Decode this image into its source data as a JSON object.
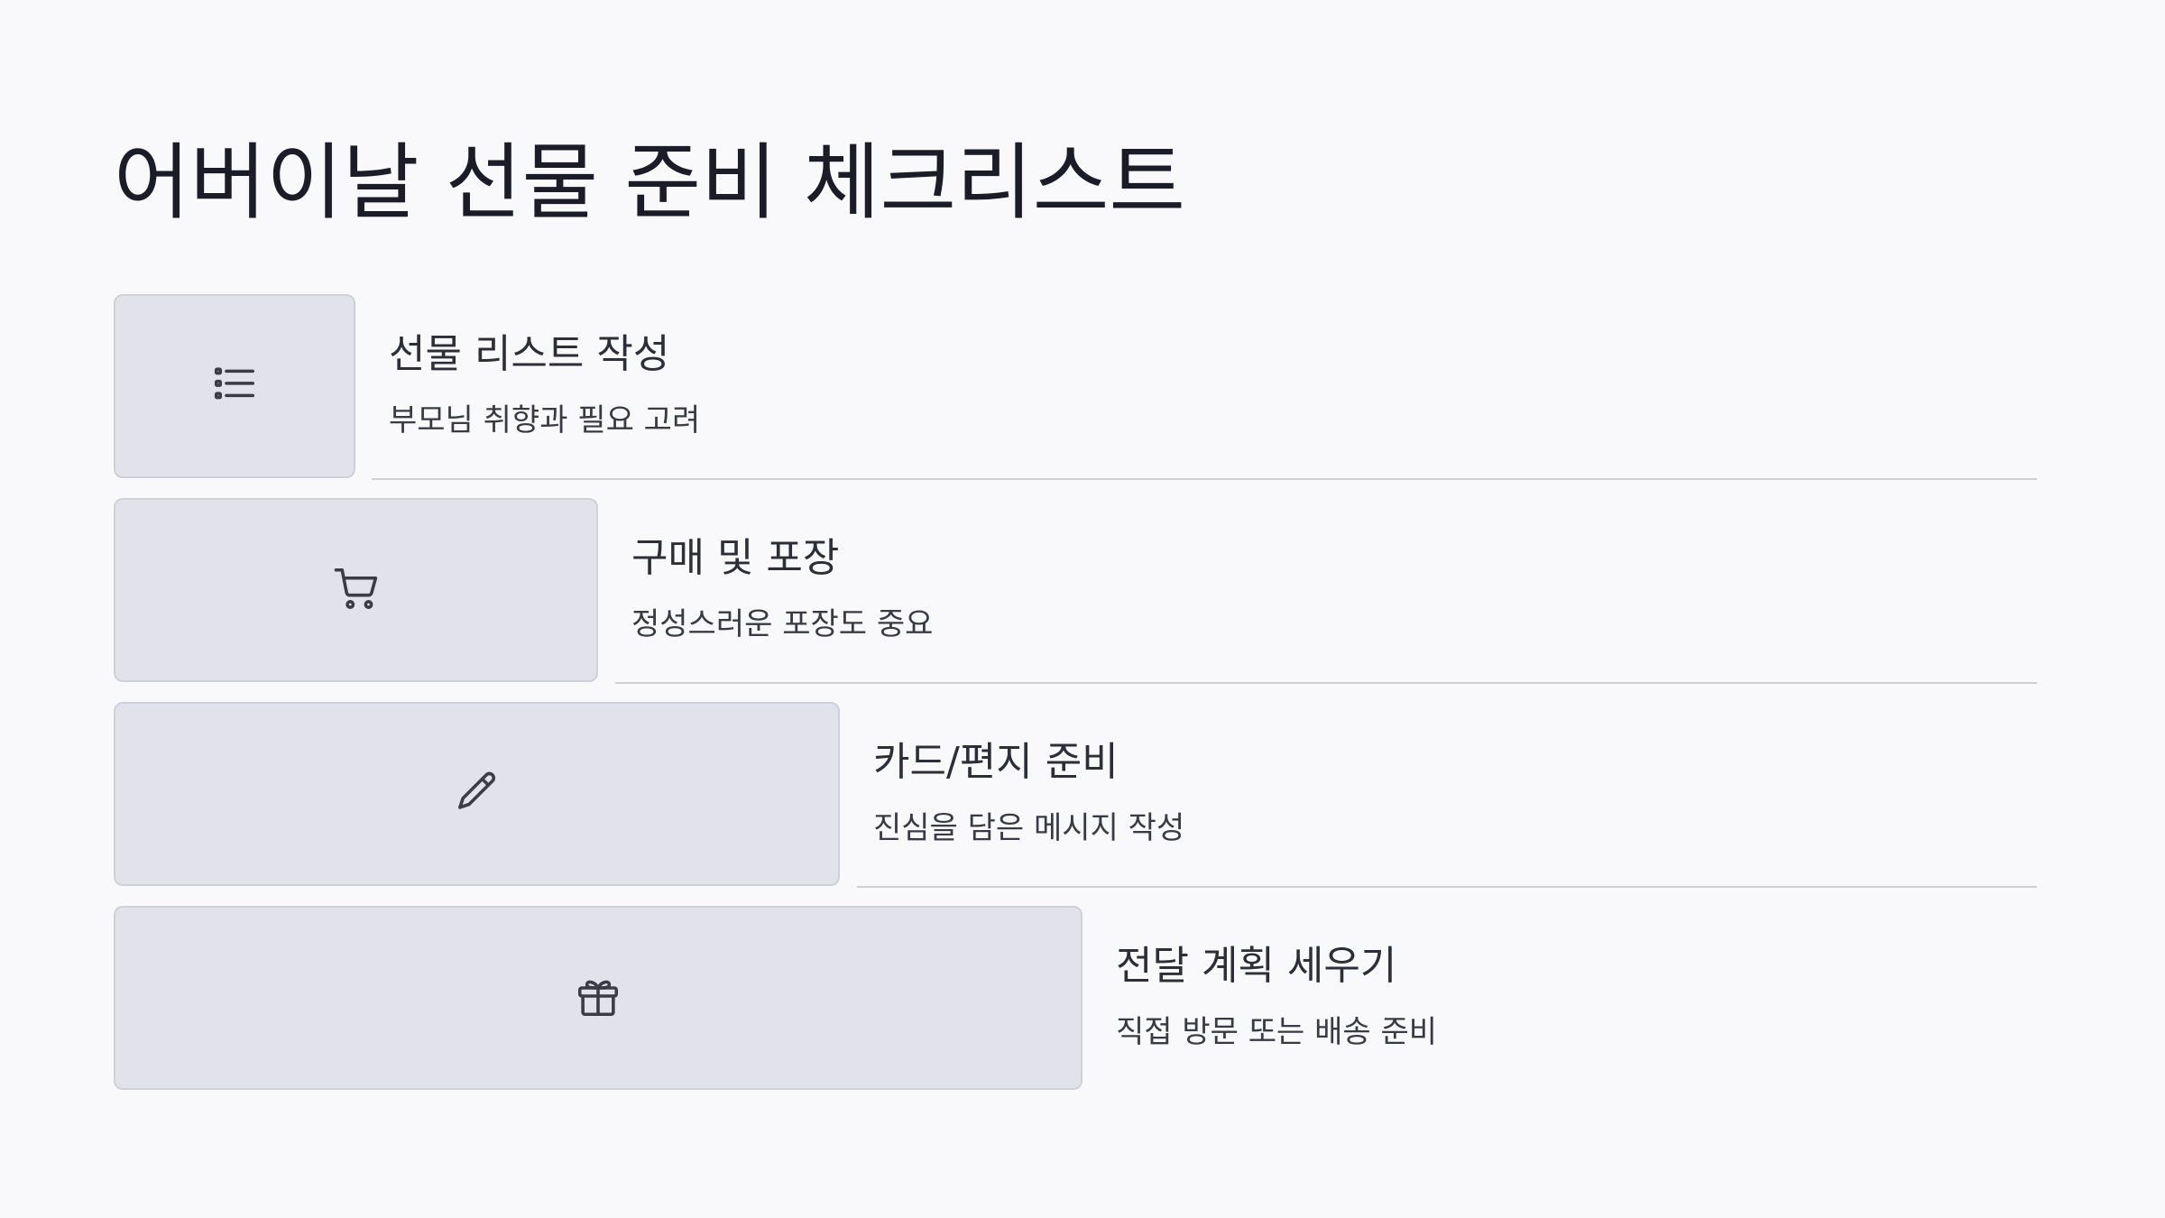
{
  "page": {
    "title": "어버이날 선물 준비 체크리스트"
  },
  "steps": [
    {
      "title": "선물 리스트 작성",
      "description": "부모님 취향과 필요 고려",
      "icon": "list-icon"
    },
    {
      "title": "구매 및 포장",
      "description": "정성스러운 포장도 중요",
      "icon": "shopping-cart-icon"
    },
    {
      "title": "카드/편지 준비",
      "description": "진심을 담은 메시지 작성",
      "icon": "pencil-icon"
    },
    {
      "title": "전달 계획 세우기",
      "description": "직접 방문 또는 배송 준비",
      "icon": "gift-icon"
    }
  ],
  "colors": {
    "background": "#f9f9fb",
    "icon_box": "#e2e2ea",
    "divider": "#cfcfd6",
    "title_text": "#1c1c28"
  }
}
